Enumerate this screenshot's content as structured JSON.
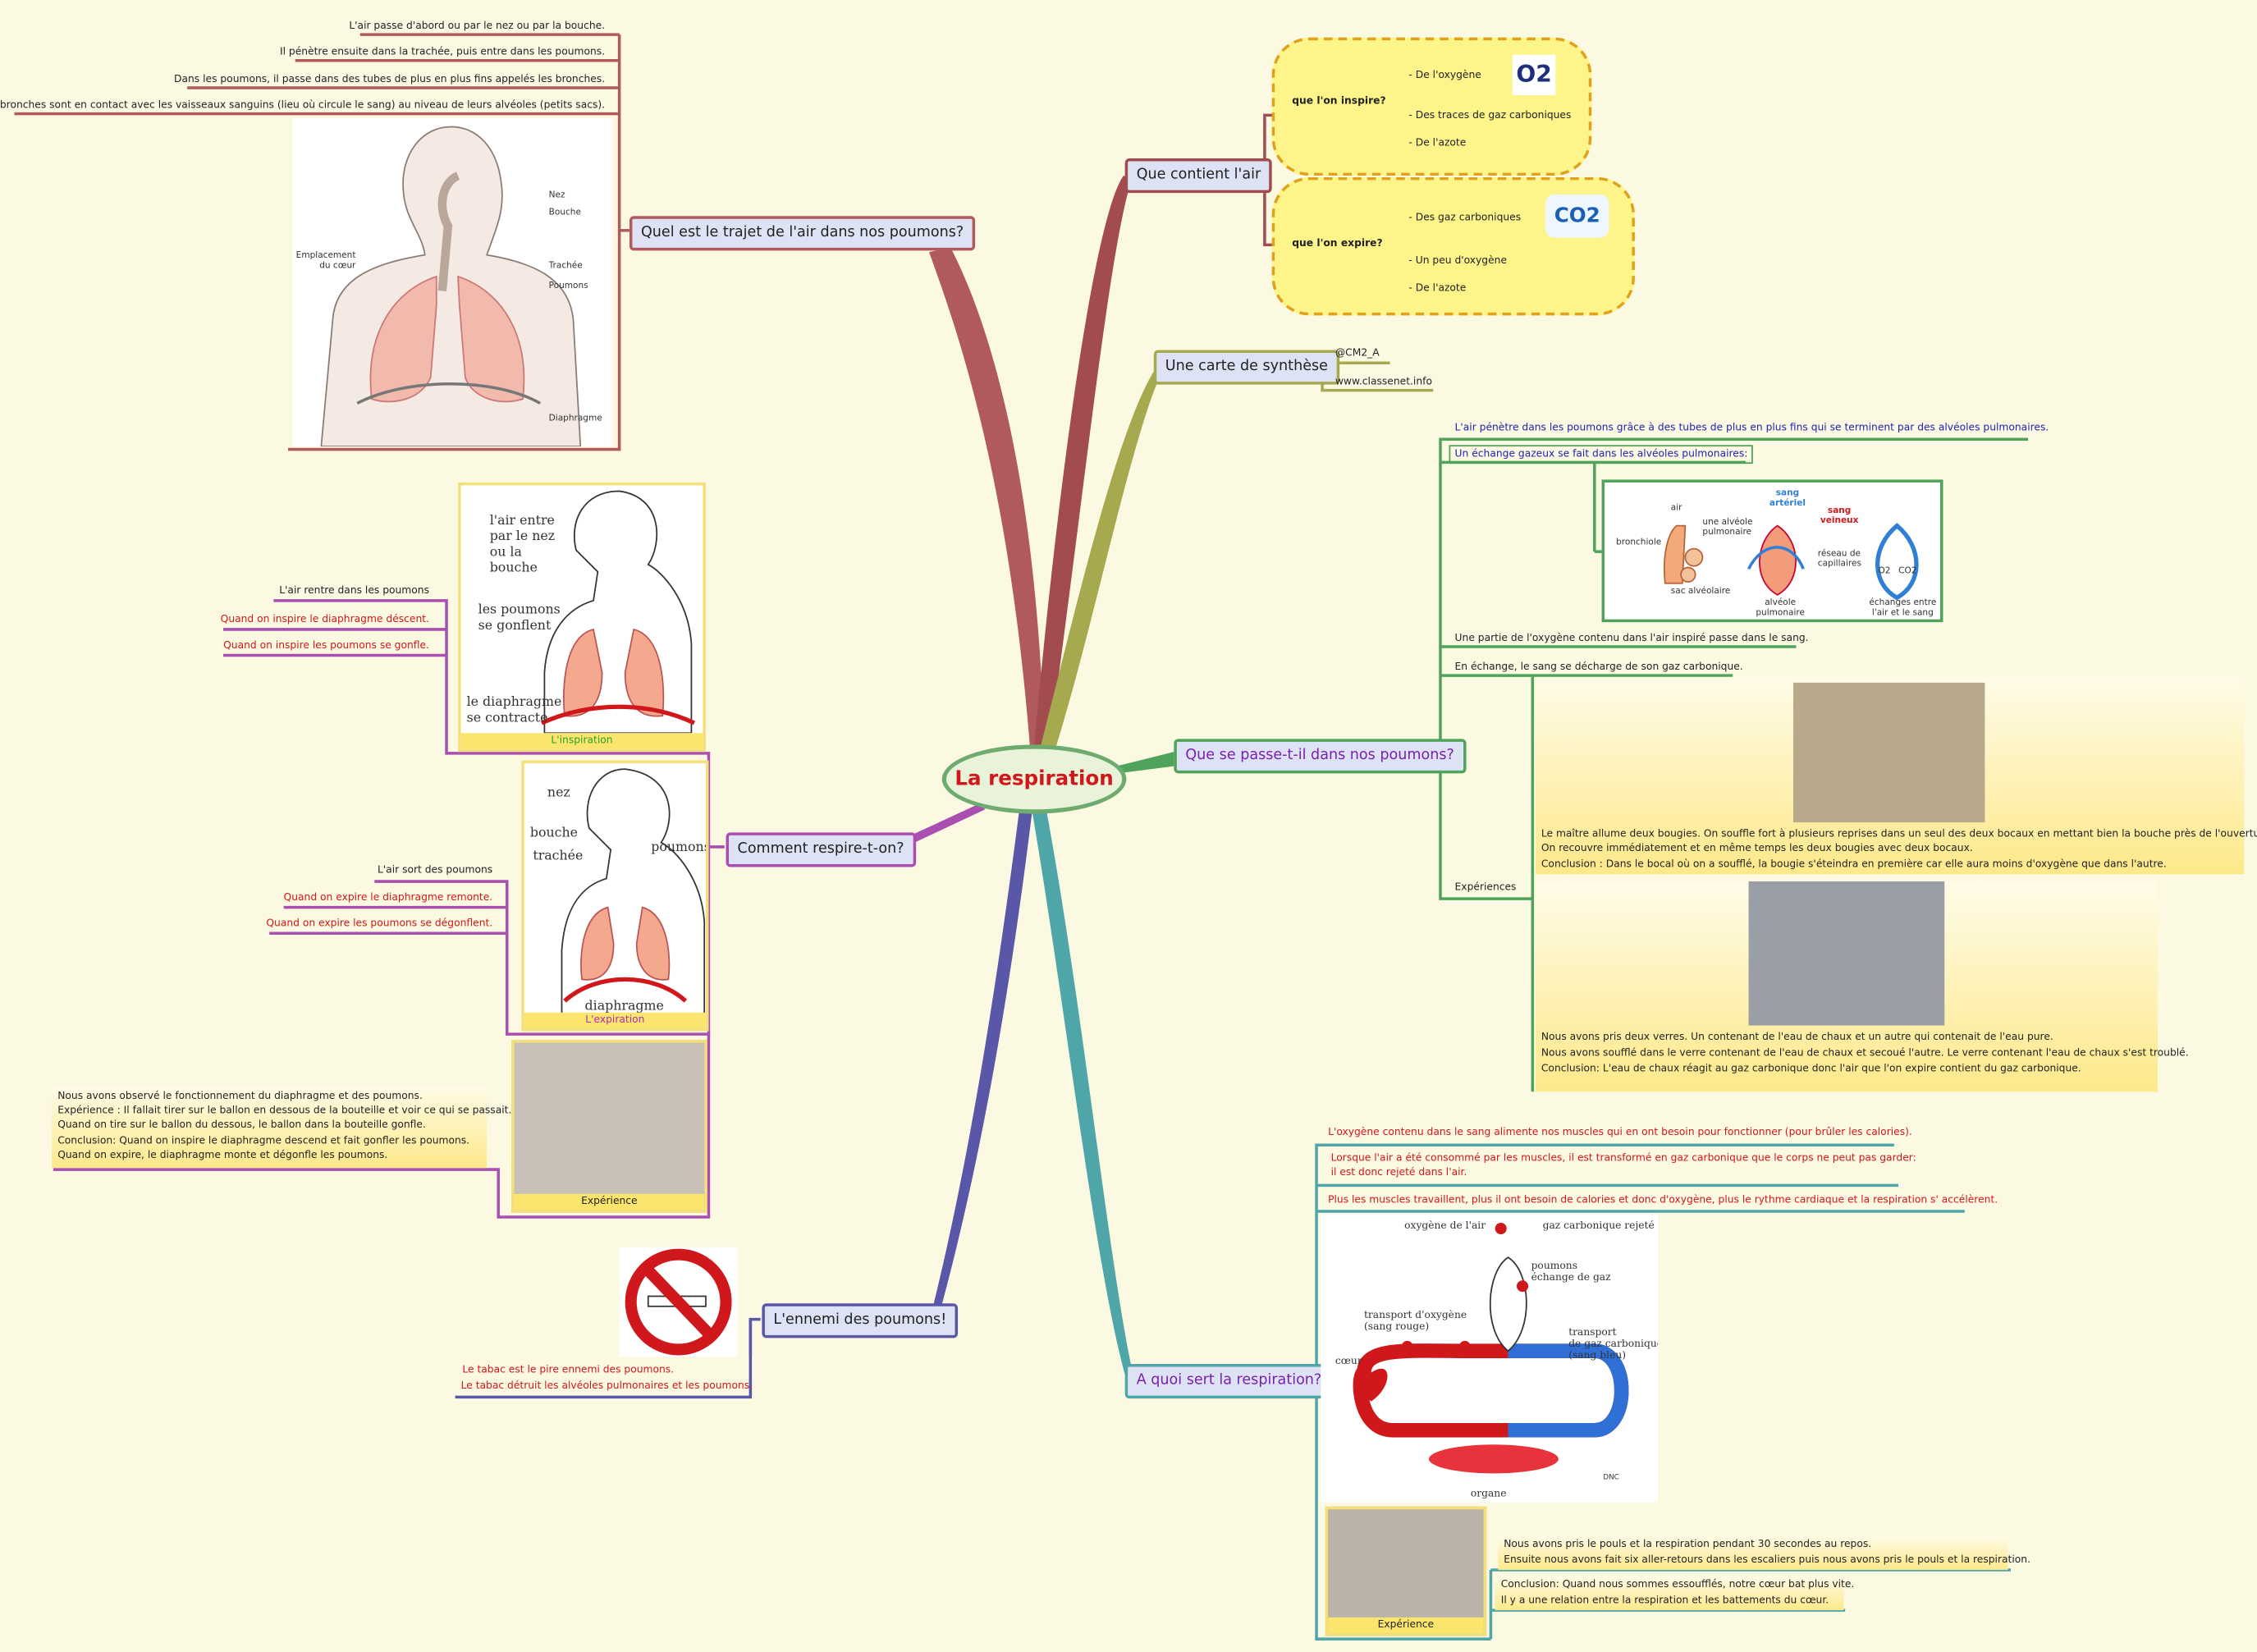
{
  "center": "La respiration",
  "trajet": {
    "topic": "Quel est le trajet de l'air dans nos poumons?",
    "lines": [
      "L'air passe d'abord ou par le nez ou par la bouche.",
      "Il pénètre ensuite dans la trachée, puis entre dans les poumons.",
      "Dans les poumons, il passe dans des tubes de plus en plus fins appelés les bronches.",
      "Les bronches sont en contact avec les vaisseaux sanguins (lieu où circule le sang) au niveau de leurs alvéoles (petits sacs)."
    ],
    "labels": {
      "nez": "Nez",
      "bouche": "Bouche",
      "coeur": "Emplacement du cœur",
      "trachee": "Trachée",
      "poumons": "Poumons",
      "diaphragme": "Diaphragme"
    }
  },
  "respire": {
    "topic": "Comment respire-t-on?",
    "insp_lines": [
      "L'air rentre dans les poumons",
      "Quand on inspire le diaphragme déscent.",
      "Quand on inspire les poumons se gonfle."
    ],
    "insp_img": {
      "t1": "l'air entre",
      "t2": "par le nez",
      "t3": "ou la",
      "t4": "bouche",
      "t5": "les poumons",
      "t6": "se gonflent",
      "t7": "le diaphragme",
      "t8": "se contracte",
      "caption": "L'inspiration"
    },
    "exp_lines": [
      "L'air sort des poumons",
      "Quand on expire le diaphragme remonte.",
      "Quand on expire les poumons se dégonflent."
    ],
    "exp_img": {
      "nez": "nez",
      "bouche": "bouche",
      "trachee": "trachée",
      "poumons": "poumons",
      "diaphragme": "diaphragme",
      "caption": "L'expiration"
    },
    "exp_note": [
      "Nous avons observé le fonctionnement du diaphragme et des poumons.",
      "Expérience : Il fallait tirer sur le ballon en dessous de la bouteille et voir ce qui se passait.",
      "Quand on tire sur le ballon du dessous, le ballon dans la bouteille gonfle.",
      "Conclusion: Quand on inspire le diaphragme descend et fait gonfler les poumons.",
      "Quand on expire, le diaphragme monte et dégonfle les poumons."
    ],
    "exp_caption": "Expérience"
  },
  "ennemi": {
    "topic": "L'ennemi des poumons!",
    "lines": [
      "Le tabac est le pire ennemi des poumons.",
      "Le tabac détruit les alvéoles pulmonaires et les poumons."
    ]
  },
  "contient": {
    "topic": "Que contient l'air",
    "inspire": "que l'on inspire?",
    "insp_items": [
      "- De l'oxygène",
      "- Des traces de gaz carboniques",
      "- De l'azote"
    ],
    "expire": "que l'on expire?",
    "exp_items": [
      "- Des gaz carboniques",
      "- Un peu d'oxygène",
      "- De l'azote"
    ],
    "o2": "O2",
    "co2": "CO2"
  },
  "synthese": {
    "topic": "Une carte de synthèse",
    "items": [
      "@CM2_A",
      "www.classenet.info"
    ]
  },
  "passe": {
    "topic": "Que se passe-t-il dans nos poumons?",
    "line1": "L'air pénètre dans les poumons grâce à des tubes de plus en plus fins qui se terminent par des alvéoles pulmonaires.",
    "line2": "Un échange gazeux se fait dans les alvéoles pulmonaires:",
    "alv": {
      "air": "air",
      "alveole": "une alvéole pulmonaire",
      "bronchiole": "bronchiole",
      "sac": "sac alvéolaire",
      "sa": "sang artériel",
      "sv": "sang veineux",
      "reseau": "réseau de capillaires",
      "ap": "alvéole pulmonaire",
      "ech": "échanges entre l'air et le sang",
      "o2": "O2",
      "co2": "CO2"
    },
    "line3": "Une partie de l'oxygène contenu dans l'air inspiré passe dans le sang.",
    "line4": "En échange, le sang se décharge de son gaz carbonique.",
    "experiences": "Expériences",
    "exp1": [
      "Le maître allume deux bougies. On souffle fort à plusieurs reprises dans un seul des deux bocaux en mettant bien la bouche près de l'ouverture.",
      "On recouvre immédiatement et en même temps les deux bougies avec deux bocaux.",
      "Conclusion : Dans le bocal où on a soufflé, la bougie s'éteindra en première car elle aura moins d'oxygène que dans l'autre."
    ],
    "exp2": [
      "Nous avons pris deux verres. Un contenant de l'eau de chaux et un autre qui contenait de l'eau pure.",
      "Nous avons soufflé dans le verre contenant de l'eau de chaux et secoué l'autre. Le verre contenant l'eau de chaux s'est troublé.",
      "Conclusion: L'eau de chaux réagit au gaz carbonique donc l'air que l'on expire contient du gaz carbonique."
    ]
  },
  "sert": {
    "topic": "A quoi sert la respiration?",
    "line1": "L'oxygène contenu dans le sang alimente nos muscles qui en ont besoin pour fonctionner  (pour brûler les calories).",
    "line2a": "Lorsque l'air a été consommé par les muscles, il est transformé en gaz carbonique que le corps ne peut pas garder:",
    "line2b": "il est donc rejeté dans l'air.",
    "line3": "Plus les muscles travaillent, plus il ont besoin de calories et donc d'oxygène, plus le rythme cardiaque et la respiration s' accélèrent.",
    "diag": {
      "oxy": "oxygène de l'air",
      "gaz": "gaz carbonique rejeté",
      "poumons": "poumons",
      "echange": "échange de gaz",
      "to1": "transport d'oxygène",
      "to2": "(sang rouge)",
      "tg1": "transport",
      "tg2": "de gaz carbonique",
      "tg3": "(sang bleu)",
      "coeur": "cœur",
      "organe": "organe",
      "dnc": "DNC"
    },
    "exp": [
      "Nous avons pris le pouls et la respiration pendant 30 secondes au repos.",
      "Ensuite nous avons fait six aller-retours dans les escaliers puis nous avons pris le pouls et la respiration."
    ],
    "concl": [
      "Conclusion: Quand nous sommes essoufflés, notre cœur bat plus vite.",
      "Il y a une relation entre la respiration et les battements du cœur."
    ],
    "caption": "Expérience"
  },
  "colors": {
    "trajet": "#b05a5e",
    "contient": "#a24c50",
    "synthese": "#a7a94f",
    "passe": "#4fa35a",
    "respire": "#a94fb0",
    "ennemi": "#5a57a8",
    "sert": "#4fa6a8"
  }
}
